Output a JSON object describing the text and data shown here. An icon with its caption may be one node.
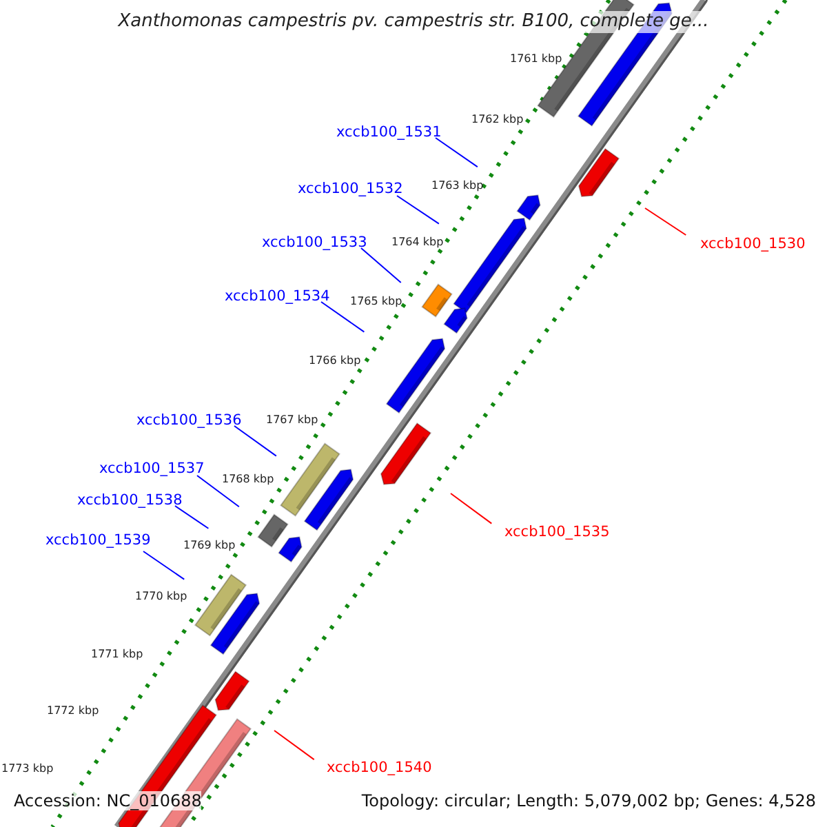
{
  "diagram": {
    "title": "Xanthomonas campestris pv. campestris str. B100, complete ge...",
    "nodes": [
      {
        "text": [
          "xccb100_1531"
        ]
      },
      {
        "text": [
          "xccb100_1532"
        ]
      },
      {
        "text": [
          "xccb100_1533"
        ]
      },
      {
        "text": [
          "xccb100_1530"
        ]
      },
      {
        "text": [
          "xccb100_1534"
        ]
      },
      {
        "text": [
          "xccb100_1536"
        ]
      },
      {
        "text": [
          "xccb100_1537"
        ]
      },
      {
        "text": [
          "xccb100_1538"
        ]
      },
      {
        "text": [
          "xccb100_1535"
        ]
      },
      {
        "text": [
          "xccb100_1539"
        ]
      },
      {
        "text": [
          "xccb100_1540"
        ]
      }
    ],
    "edges": [
      {
        "from": 0,
        "to": null,
        "arrow": "none"
      },
      {
        "from": 1,
        "to": null,
        "arrow": "none"
      },
      {
        "from": 2,
        "to": null,
        "arrow": "none"
      },
      {
        "from": 3,
        "to": null,
        "arrow": "none",
        "color": "#ff0000"
      },
      {
        "from": 4,
        "to": null,
        "arrow": "none"
      },
      {
        "from": 5,
        "to": null,
        "arrow": "none"
      },
      {
        "from": 6,
        "to": null,
        "arrow": "none"
      },
      {
        "from": 7,
        "to": null,
        "arrow": "none"
      },
      {
        "from": 8,
        "to": null,
        "arrow": "none",
        "color": "#ff0000"
      },
      {
        "from": 9,
        "to": null,
        "arrow": "none"
      },
      {
        "from": 10,
        "to": null,
        "arrow": "none",
        "color": "#ff0000"
      }
    ],
    "labels": [
      "1761 kbp",
      "1762 kbp",
      "1763 kbp",
      "1764 kbp",
      "1765 kbp",
      "1766 kbp",
      "1767 kbp",
      "1768 kbp",
      "1769 kbp",
      "1770 kbp",
      "1771 kbp",
      "1772 kbp",
      "1773 kbp",
      "Accession: NC_010688",
      "Topology: circular; Length: 5,079,002 bp; Genes: 4,528"
    ]
  }
}
